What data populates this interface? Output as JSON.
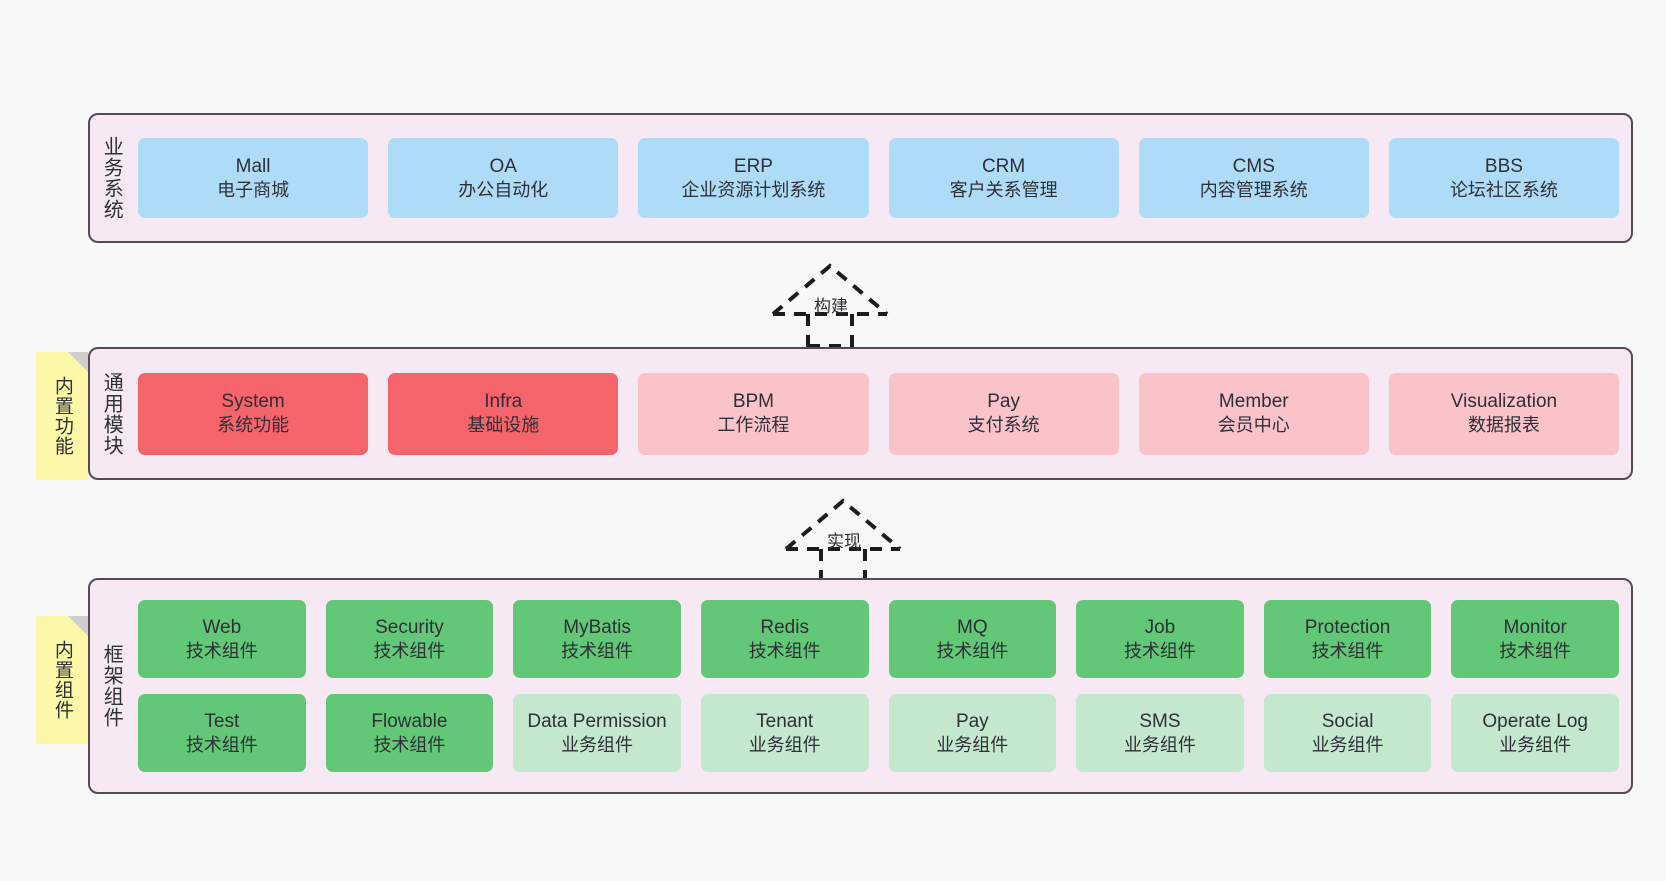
{
  "diagram": {
    "title_bar": null,
    "background": "#f8f8f8",
    "panel_bg": "#f7e9f4",
    "panel_border": "#564a57"
  },
  "layers": [
    {
      "id": "business",
      "title": "业务系统",
      "note": null,
      "rows": [
        {
          "boxes": [
            {
              "en": "Mall",
              "cn": "电子商城",
              "color": "#aedcf8",
              "style": "c-blue"
            },
            {
              "en": "OA",
              "cn": "办公自动化",
              "color": "#aedcf8",
              "style": "c-blue"
            },
            {
              "en": "ERP",
              "cn": "企业资源计划系统",
              "color": "#aedcf8",
              "style": "c-blue"
            },
            {
              "en": "CRM",
              "cn": "客户关系管理",
              "color": "#aedcf8",
              "style": "c-blue"
            },
            {
              "en": "CMS",
              "cn": "内容管理系统",
              "color": "#aedcf8",
              "style": "c-blue"
            },
            {
              "en": "BBS",
              "cn": "论坛社区系统",
              "color": "#aedcf8",
              "style": "c-blue"
            }
          ]
        }
      ]
    },
    {
      "id": "modules",
      "title": "通用模块",
      "note": "内置功能",
      "rows": [
        {
          "boxes": [
            {
              "en": "System",
              "cn": "系统功能",
              "color": "#f4646a",
              "style": "c-red"
            },
            {
              "en": "Infra",
              "cn": "基础设施",
              "color": "#f4646a",
              "style": "c-red"
            },
            {
              "en": "BPM",
              "cn": "工作流程",
              "color": "#fac3ca",
              "style": "c-pink"
            },
            {
              "en": "Pay",
              "cn": "支付系统",
              "color": "#fac3ca",
              "style": "c-pink"
            },
            {
              "en": "Member",
              "cn": "会员中心",
              "color": "#fac3ca",
              "style": "c-pink"
            },
            {
              "en": "Visualization",
              "cn": "数据报表",
              "color": "#fac3ca",
              "style": "c-pink"
            }
          ]
        }
      ]
    },
    {
      "id": "framework",
      "title": "框架组件",
      "note": "内置组件",
      "rows": [
        {
          "boxes": [
            {
              "en": "Web",
              "cn": "技术组件",
              "color": "#62c878",
              "style": "c-green"
            },
            {
              "en": "Security",
              "cn": "技术组件",
              "color": "#62c878",
              "style": "c-green"
            },
            {
              "en": "MyBatis",
              "cn": "技术组件",
              "color": "#62c878",
              "style": "c-green"
            },
            {
              "en": "Redis",
              "cn": "技术组件",
              "color": "#62c878",
              "style": "c-green"
            },
            {
              "en": "MQ",
              "cn": "技术组件",
              "color": "#62c878",
              "style": "c-green"
            },
            {
              "en": "Job",
              "cn": "技术组件",
              "color": "#62c878",
              "style": "c-green"
            },
            {
              "en": "Protection",
              "cn": "技术组件",
              "color": "#62c878",
              "style": "c-green"
            },
            {
              "en": "Monitor",
              "cn": "技术组件",
              "color": "#62c878",
              "style": "c-green"
            }
          ]
        },
        {
          "boxes": [
            {
              "en": "Test",
              "cn": "技术组件",
              "color": "#62c878",
              "style": "c-green"
            },
            {
              "en": "Flowable",
              "cn": "技术组件",
              "color": "#62c878",
              "style": "c-green"
            },
            {
              "en": "Data Permission",
              "cn": "业务组件",
              "color": "#c3e8ce",
              "style": "c-lightgreen"
            },
            {
              "en": "Tenant",
              "cn": "业务组件",
              "color": "#c3e8ce",
              "style": "c-lightgreen"
            },
            {
              "en": "Pay",
              "cn": "业务组件",
              "color": "#c3e8ce",
              "style": "c-lightgreen"
            },
            {
              "en": "SMS",
              "cn": "业务组件",
              "color": "#c3e8ce",
              "style": "c-lightgreen"
            },
            {
              "en": "Social",
              "cn": "业务组件",
              "color": "#c3e8ce",
              "style": "c-lightgreen"
            },
            {
              "en": "Operate Log",
              "cn": "业务组件",
              "color": "#c3e8ce",
              "style": "c-lightgreen"
            }
          ]
        }
      ]
    }
  ],
  "connectors": [
    {
      "id": "build",
      "label": "构建",
      "from": "modules",
      "to": "business",
      "style": "dashed-hollow-arrow-up"
    },
    {
      "id": "implement",
      "label": "实现",
      "from": "framework",
      "to": "modules",
      "style": "dashed-hollow-arrow-up"
    }
  ]
}
